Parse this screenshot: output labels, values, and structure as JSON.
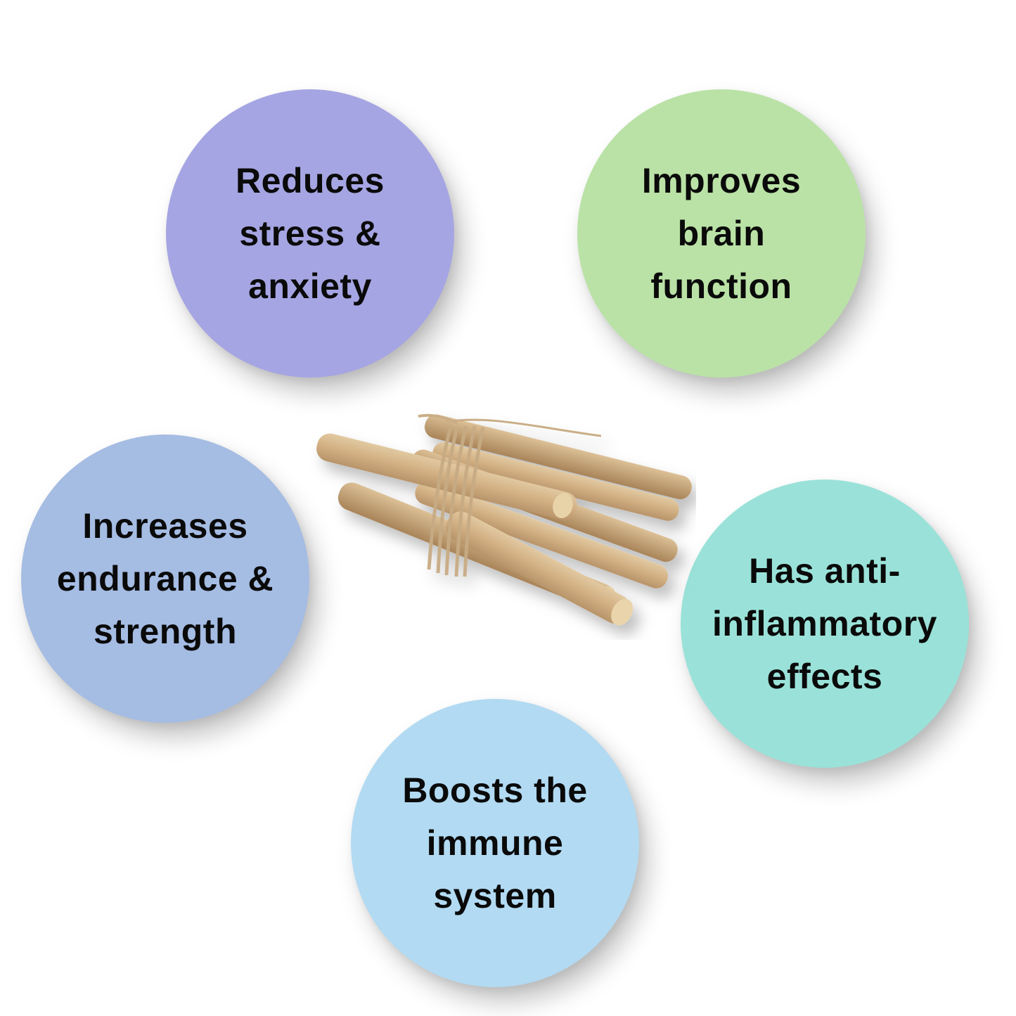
{
  "diagram": {
    "center_image": {
      "icon": "ashwagandha-root-bundle",
      "description": "Bundle of dried roots tied with twine"
    },
    "benefits": [
      {
        "id": "stress",
        "lines": [
          "Reduces",
          "stress &",
          "anxiety"
        ],
        "color": "#a6a5e3"
      },
      {
        "id": "brain",
        "lines": [
          "Improves",
          "brain",
          "function"
        ],
        "color": "#bae2a6"
      },
      {
        "id": "endurance",
        "lines": [
          "Increases",
          "endurance &",
          "strength"
        ],
        "color": "#a5bce3"
      },
      {
        "id": "inflammation",
        "lines": [
          "Has anti-",
          "inflammatory",
          "effects"
        ],
        "color": "#9ae2d9"
      },
      {
        "id": "immune",
        "lines": [
          "Boosts the",
          "immune",
          "system"
        ],
        "color": "#b2daf2"
      }
    ]
  }
}
